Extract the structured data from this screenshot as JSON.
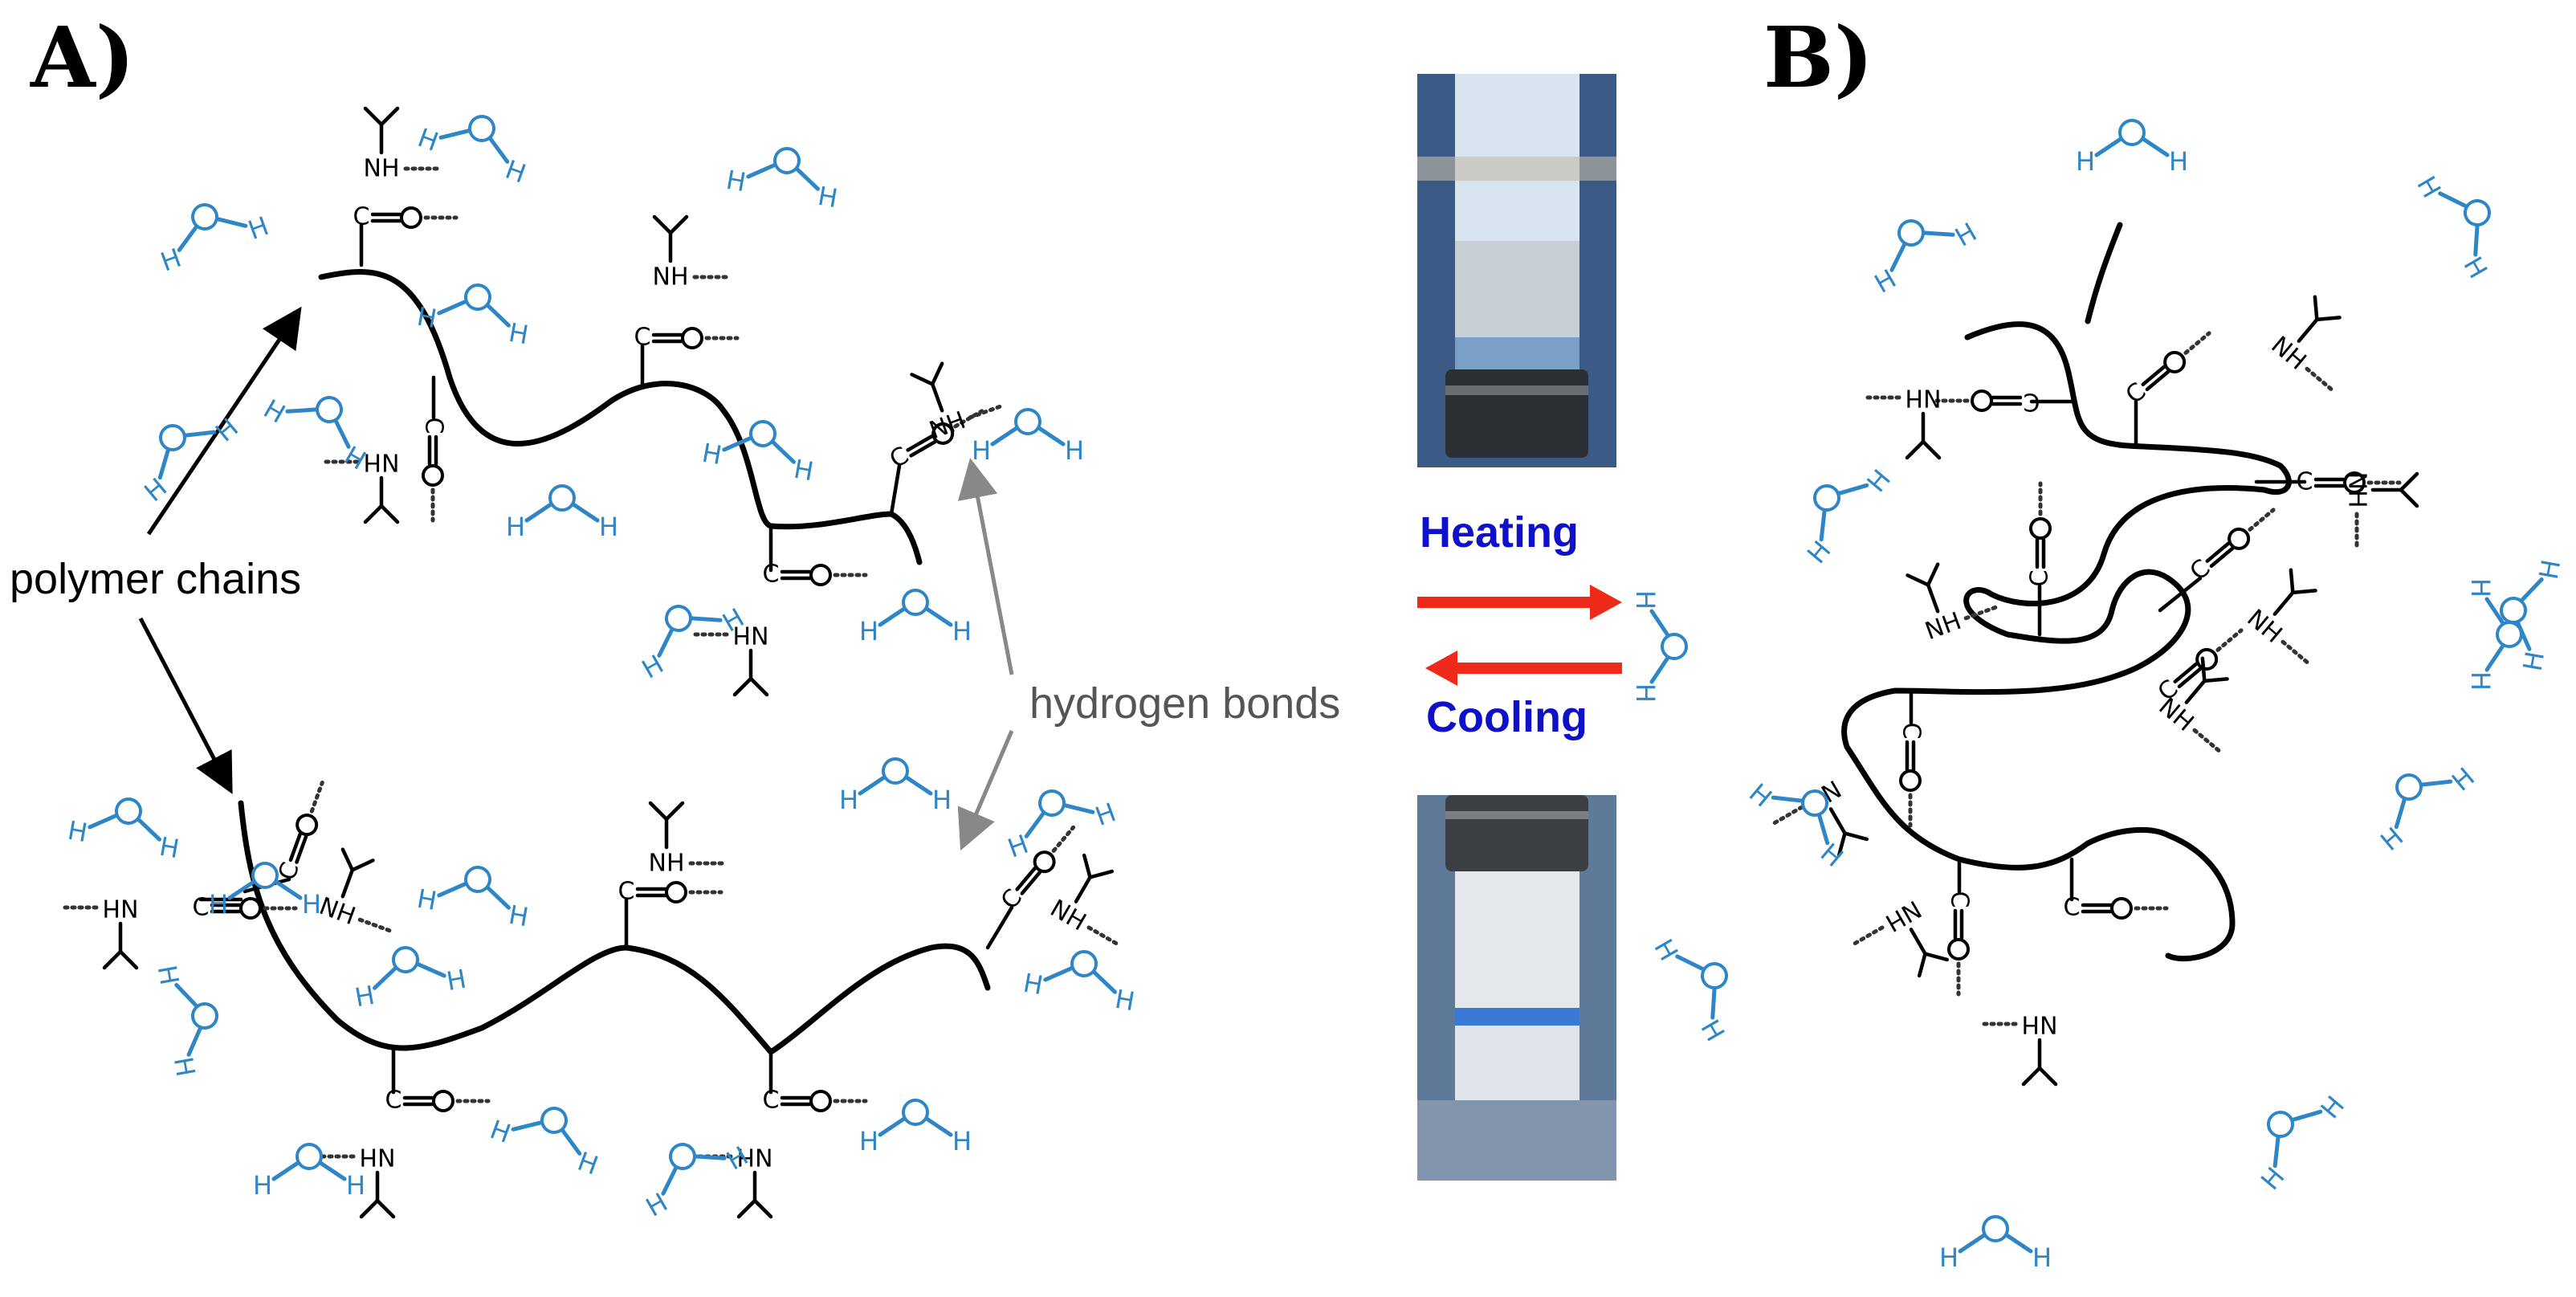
{
  "panels": {
    "a_label": "A)",
    "b_label": "B)"
  },
  "labels": {
    "polymer_chains": "polymer chains",
    "hydrogen_bonds": "hydrogen bonds",
    "heating": "Heating",
    "cooling": "Cooling"
  },
  "atoms": {
    "oxygen": "O",
    "hydrogen": "H",
    "amide": "NH",
    "amide_rev": "HN",
    "carbon": "C"
  },
  "colors": {
    "water": "#2f86c6",
    "arrow": "#ee2a1b",
    "text_blue": "#1010c8",
    "chain": "#000000"
  }
}
